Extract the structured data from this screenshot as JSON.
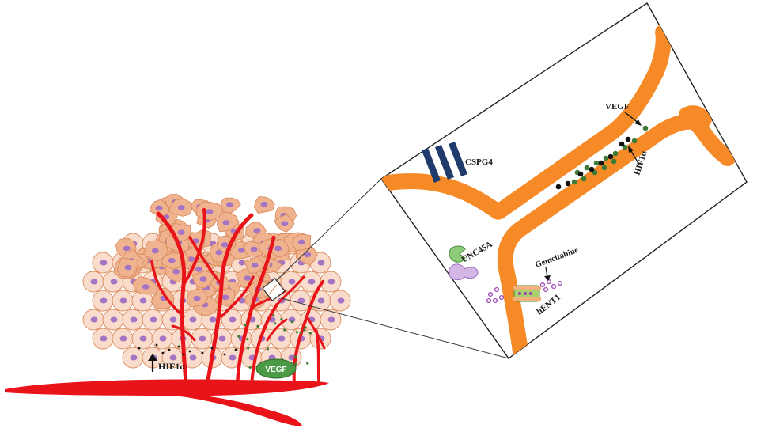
{
  "labels": {
    "hif_left": "HIF1α",
    "vegf_blob": "VEGF",
    "cspg4": "CSPG4",
    "vegf_zoom": "VEGF",
    "hif_zoom": "HIF1α",
    "unc45a": "UNC45A",
    "gemcitabine": "Gemcitabine",
    "hent1": "hENT1"
  },
  "colors": {
    "vessel": "#e8141a",
    "cell_pale_fill": "#f9dccb",
    "cell_dark_fill": "#efb48f",
    "cell_outline": "#d98a5c",
    "nucleus": "#a574c4",
    "membrane": "#f58a27",
    "cspg4": "#1f3a6b",
    "vegf_dot": "#3d7a35",
    "hif_dot": "#111111",
    "vegf_blob": "#4c9a46",
    "gemcitabine": "#9c3fb5",
    "unc45a_green": "#8ecc7a",
    "unc45a_purple": "#d4b7e6",
    "channel_green": "#a7cf6c"
  }
}
